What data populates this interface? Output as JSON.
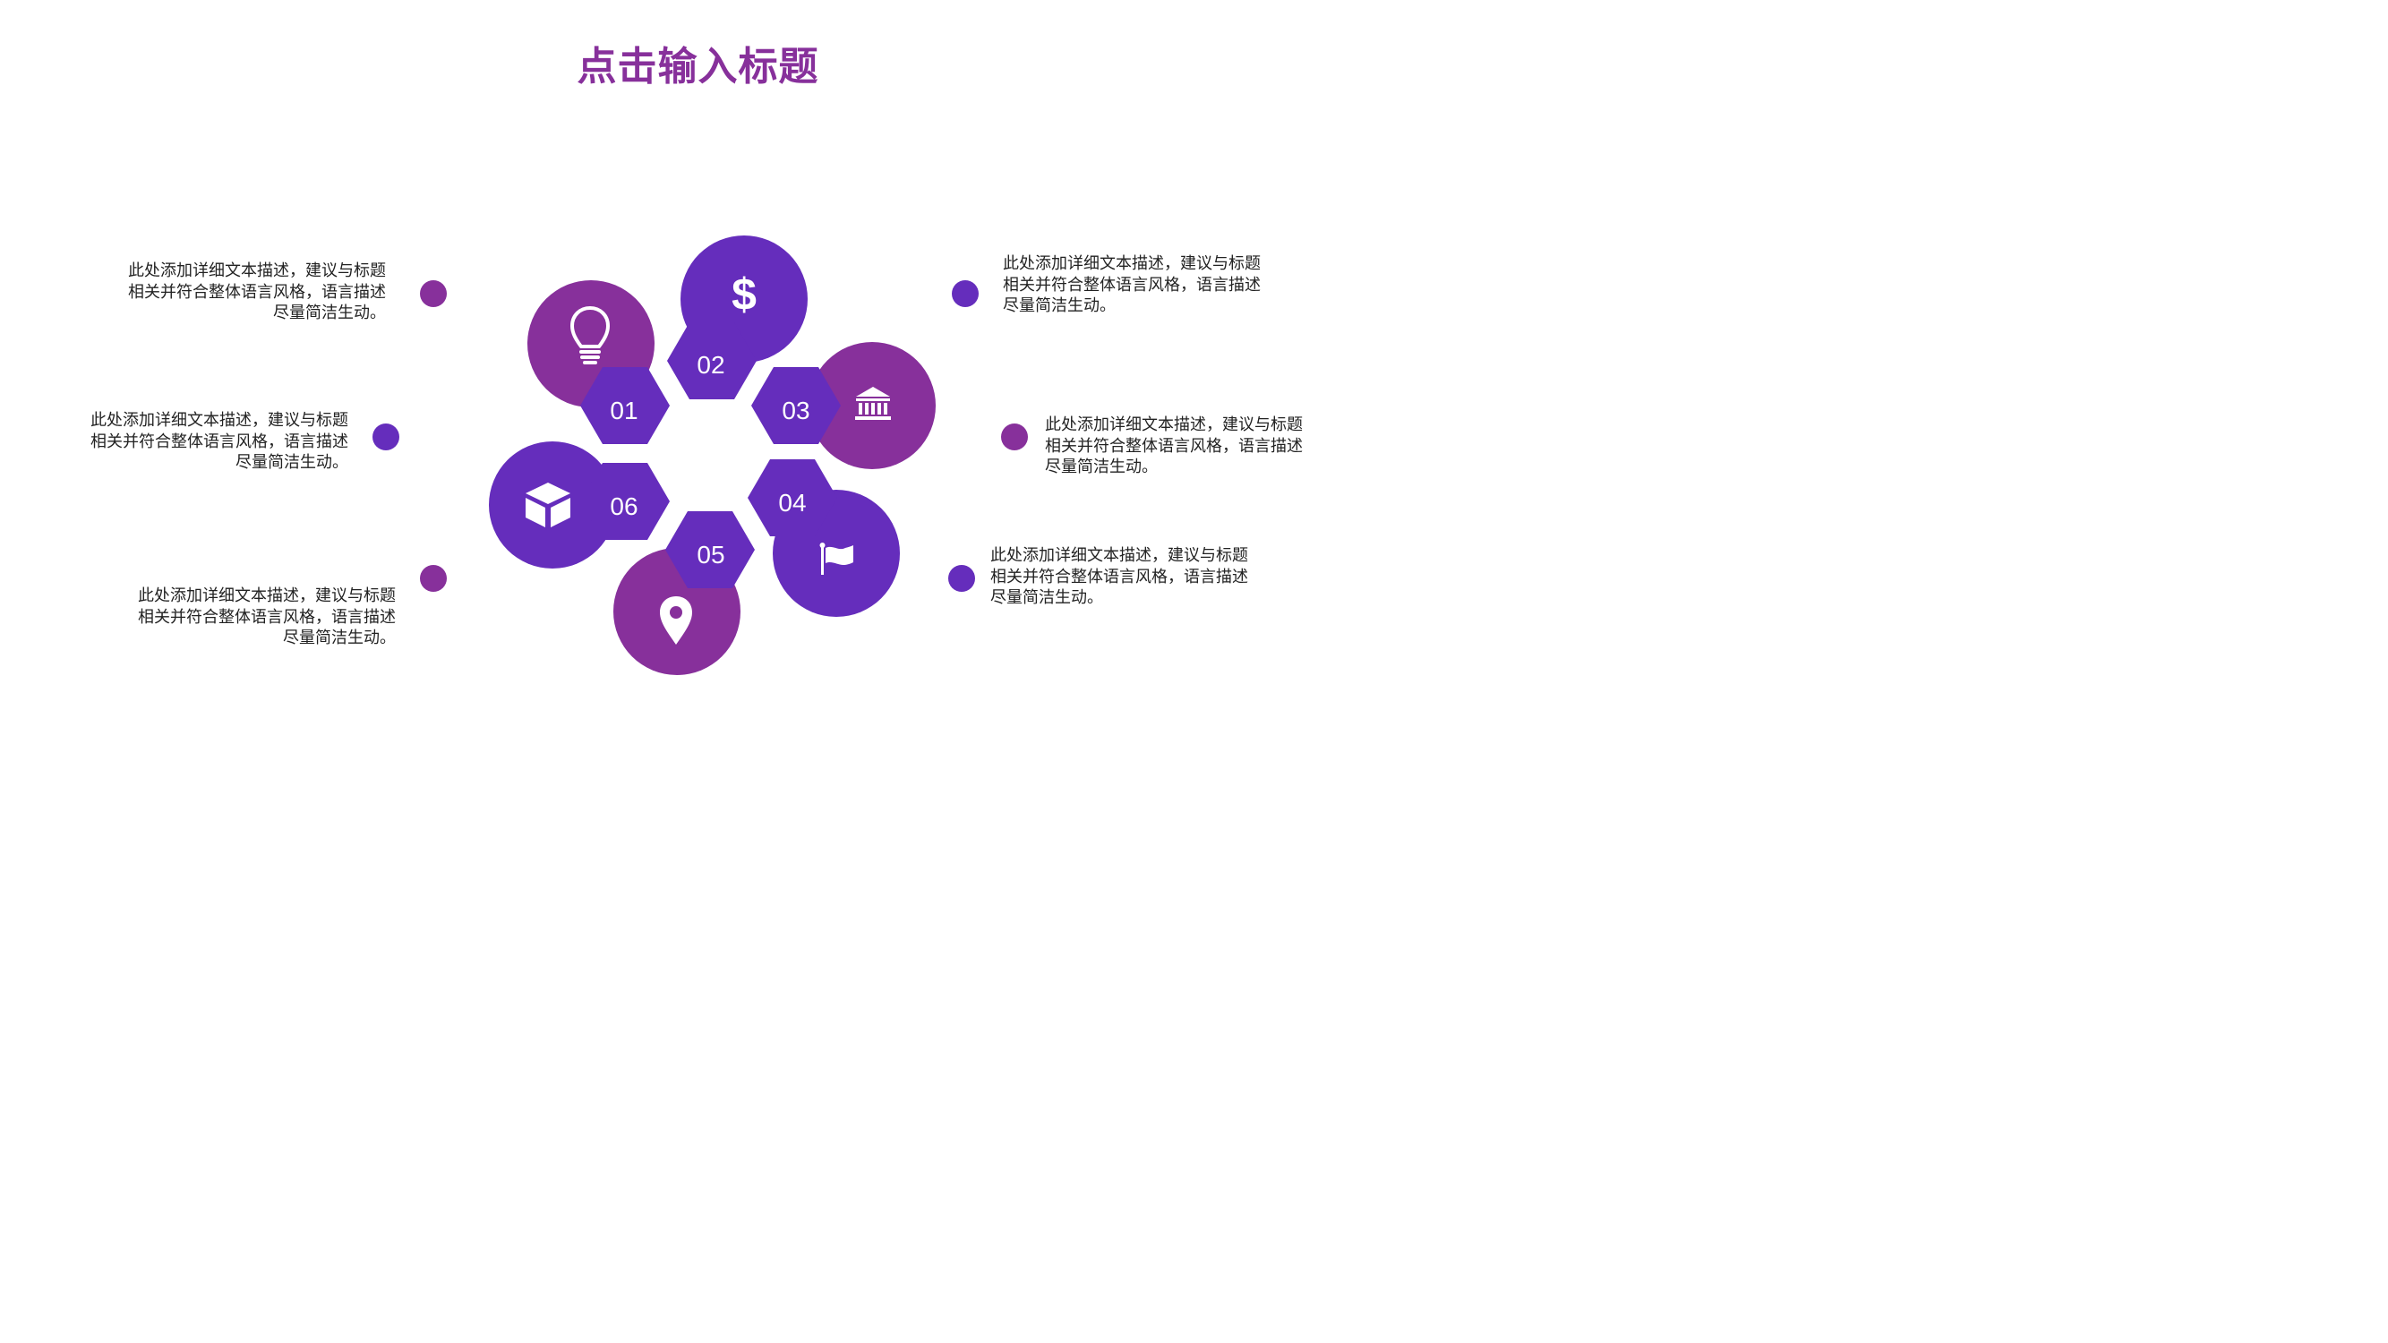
{
  "title": "点击输入标题",
  "colors": {
    "title": "#87309b",
    "purple": "#87309b",
    "violet": "#652dbc",
    "text": "#222222",
    "icon": "#ffffff"
  },
  "steps": [
    {
      "number": "01",
      "icon": "lightbulb-icon",
      "circle_color": "#87309b",
      "hex_color": "#652dbc"
    },
    {
      "number": "02",
      "icon": "dollar-icon",
      "circle_color": "#652dbc",
      "hex_color": "#652dbc"
    },
    {
      "number": "03",
      "icon": "bank-icon",
      "circle_color": "#87309b",
      "hex_color": "#652dbc"
    },
    {
      "number": "04",
      "icon": "flag-icon",
      "circle_color": "#652dbc",
      "hex_color": "#652dbc"
    },
    {
      "number": "05",
      "icon": "location-pin-icon",
      "circle_color": "#87309b",
      "hex_color": "#652dbc"
    },
    {
      "number": "06",
      "icon": "cube-icon",
      "circle_color": "#652dbc",
      "hex_color": "#652dbc"
    }
  ],
  "descriptions": [
    {
      "lines": [
        "此处添加详细文本描述，建议与标题",
        "相关并符合整体语言风格，语言描述",
        "尽量简洁生动。"
      ],
      "dot_color": "#87309b"
    },
    {
      "lines": [
        "此处添加详细文本描述，建议与标题",
        "相关并符合整体语言风格，语言描述",
        "尽量简洁生动。"
      ],
      "dot_color": "#652dbc"
    },
    {
      "lines": [
        "此处添加详细文本描述，建议与标题",
        "相关并符合整体语言风格，语言描述",
        "尽量简洁生动。"
      ],
      "dot_color": "#87309b"
    },
    {
      "lines": [
        "此处添加详细文本描述，建议与标题",
        "相关并符合整体语言风格，语言描述",
        "尽量简洁生动。"
      ],
      "dot_color": "#652dbc"
    },
    {
      "lines": [
        "此处添加详细文本描述，建议与标题",
        "相关并符合整体语言风格，语言描述",
        "尽量简洁生动。"
      ],
      "dot_color": "#87309b"
    },
    {
      "lines": [
        "此处添加详细文本描述，建议与标题",
        "相关并符合整体语言风格，语言描述",
        "尽量简洁生动。"
      ],
      "dot_color": "#652dbc"
    }
  ]
}
